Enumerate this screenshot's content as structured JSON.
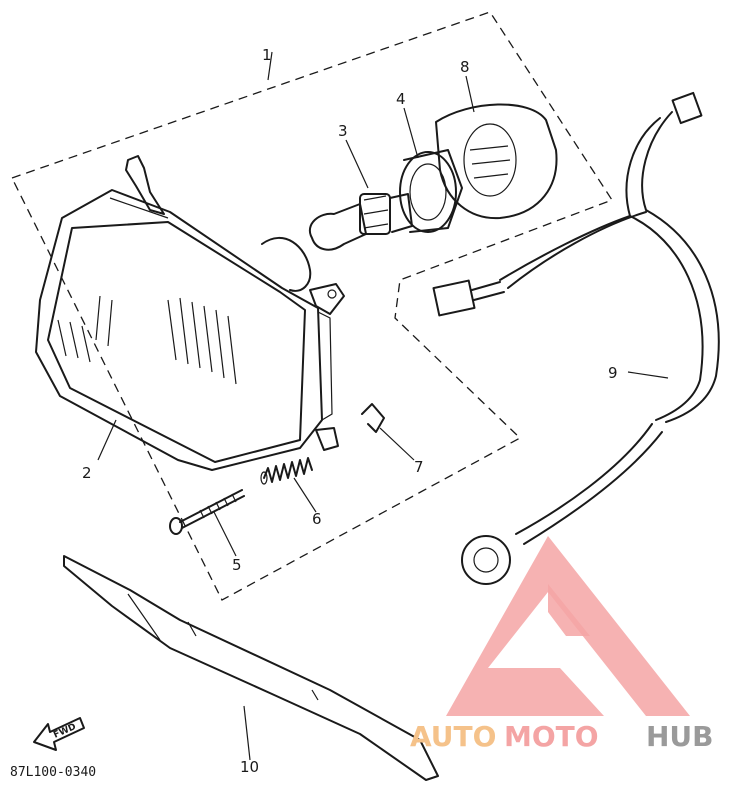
{
  "diagram": {
    "part_code": "87L100-0340",
    "fwd_label": "FWD",
    "callouts": [
      {
        "id": "1",
        "text": "1"
      },
      {
        "id": "2",
        "text": "2"
      },
      {
        "id": "3",
        "text": "3"
      },
      {
        "id": "4",
        "text": "4"
      },
      {
        "id": "5",
        "text": "5"
      },
      {
        "id": "6",
        "text": "6"
      },
      {
        "id": "7",
        "text": "7"
      },
      {
        "id": "8",
        "text": "8"
      },
      {
        "id": "9",
        "text": "9"
      },
      {
        "id": "10",
        "text": "10"
      }
    ]
  },
  "watermark": {
    "part1": "AUTO",
    "part2": "MOTO",
    "part3": "HUB",
    "colors": {
      "orange": "#f5c28a",
      "red": "#f4a4a4",
      "gray": "#9a9a9a"
    }
  }
}
